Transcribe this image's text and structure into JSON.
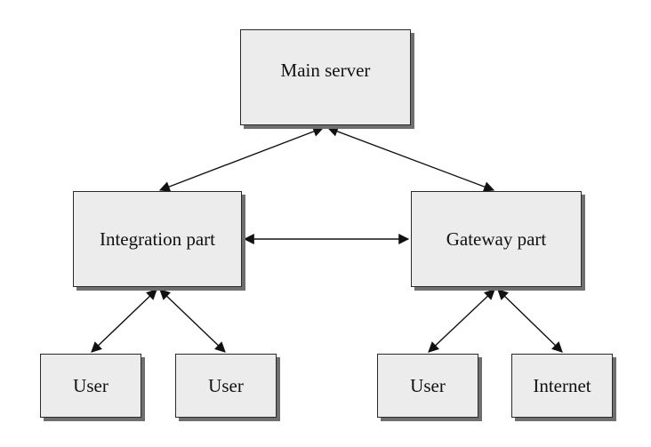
{
  "nodes": {
    "main_server": "Main server",
    "integration_part": "Integration part",
    "gateway_part": "Gateway part",
    "user_1": "User",
    "user_2": "User",
    "user_3": "User",
    "internet": "Internet"
  },
  "colors": {
    "box_fill": "#ececec",
    "box_border": "#2a2a2a",
    "box_shadow": "#6f6f6f",
    "arrow": "#111111"
  }
}
